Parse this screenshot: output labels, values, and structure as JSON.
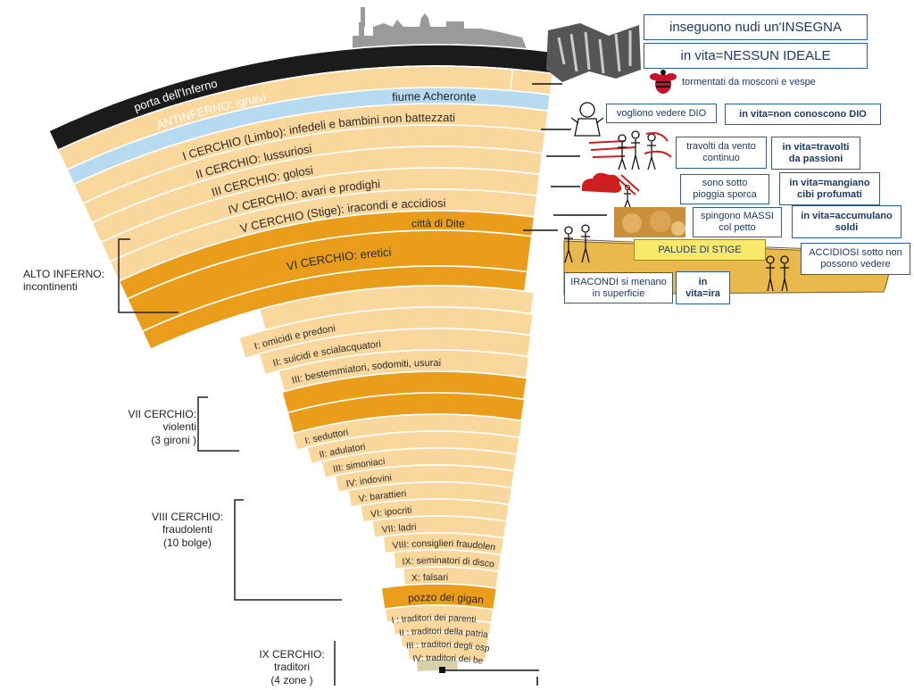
{
  "ring_labels": {
    "porta": "porta dell'Inferno",
    "acheronte": "fiume Acheronte",
    "antinferno": "ANTINFERNO: ignavi",
    "c1": "I CERCHIO (Limbo): infedeli e bambini non battezzati",
    "c2": "II CERCHIO: lussuriosi",
    "c3": "III CERCHIO: golosi",
    "c4": "IV CERCHIO: avari e prodighi",
    "c5": "V CERCHIO (Stige): iracondi e accidiosi",
    "dite": "città di Dite",
    "c6": "VI CERCHIO: eretici",
    "g1": "I: omicidi e predoni",
    "g2": "II: suicidi e scialacquatori",
    "g3": "III: bestemmiatori, sodomiti, usurai",
    "bolge": [
      "I: seduttori",
      "II: adulatori",
      "III: simoniaci",
      "IV: indovini",
      "V: barattieri",
      "VI: ipocriti",
      "VII: ladri",
      "VIII: consiglieri fraudolenti",
      "IX: seminatori di discordia",
      "X: falsari"
    ],
    "pozzo": "pozzo dei giganti",
    "zone": [
      "I : traditori dei parenti",
      "II : traditori della patria",
      "III : traditori degli ospiti",
      "IV: traditori dei benefattori"
    ]
  },
  "side_labels": {
    "alto_1": "ALTO INFERNO:",
    "alto_2": "incontinenti",
    "vii_1": "VII CERCHIO:",
    "vii_2": "violenti",
    "vii_3": "(3 gironi )",
    "viii_1": "VIII CERCHIO:",
    "viii_2": "fraudolenti",
    "viii_3": "(10 bolge)",
    "ix_1": "IX CERCHIO:",
    "ix_2": "traditori",
    "ix_3": "(4 zone )"
  },
  "boxes": {
    "insegna": "inseguono nudi un'INSEGNA",
    "nessun_ideale": "in vita=NESSUN IDEALE",
    "mosconi": "tormentati da mosconi e vespe",
    "vedere_dio": "vogliono vedere DIO",
    "non_conoscono": "in vita=non conoscono DIO",
    "vento": "travolti da vento continuo",
    "passioni": "in vita=travolti da passioni",
    "pioggia": "sono sotto pioggia sporca",
    "cibi": "in vita=mangiano cibi profumati",
    "massi": "spingono MASSI col petto",
    "soldi": "in vita=accumulano soldi",
    "palude": "PALUDE DI STIGE",
    "accidiosi": "ACCIDIOSI sotto non possono vedere",
    "iracondi": "IRACONDI si menano in superficie",
    "ira": "in vita=ira"
  },
  "colors": {
    "cream": "#fad79d",
    "orange": "#e99d1a",
    "black": "#1b1b1b",
    "river": "#b6daf0",
    "box_border": "#2b5c9a",
    "box_text": "#1a3a6b"
  },
  "icons": [
    "city-skyline-icon",
    "fresco-icon",
    "wasp-icon",
    "baby-icon",
    "wind-figures-icon",
    "rain-cloud-icon",
    "boulders-icon",
    "swamp-figures-icon"
  ]
}
